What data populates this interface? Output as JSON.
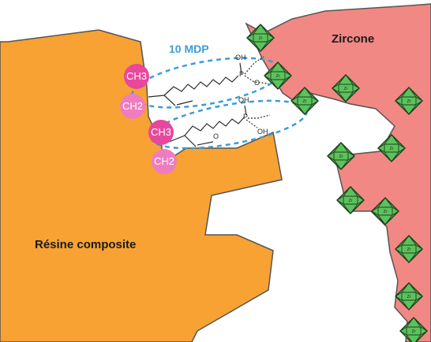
{
  "labels": {
    "resin": "Résine composite",
    "zirconia": "Zircone",
    "mdp": "10 MDP"
  },
  "groups": [
    {
      "label": "CH3",
      "color": "#e8489c"
    },
    {
      "label": "CH2",
      "color": "#f07cc0"
    },
    {
      "label": "CH3",
      "color": "#e8489c"
    },
    {
      "label": "CH2",
      "color": "#f07cc0"
    }
  ],
  "molecule_1": {
    "oh": "OH",
    "p": "P",
    "o": "O"
  },
  "molecule_2": {
    "oh_top": "OH",
    "p": "P",
    "o": "O",
    "oh_bottom": "OH"
  },
  "crystal_label": "Zr",
  "colors": {
    "resin": "#f7a233",
    "zirconia": "#f28883",
    "crystal": "#5cc25c",
    "mdp_outline": "#3d9cd6",
    "mdp_text": "#3d9cd6",
    "text": "#1a1a1a"
  }
}
